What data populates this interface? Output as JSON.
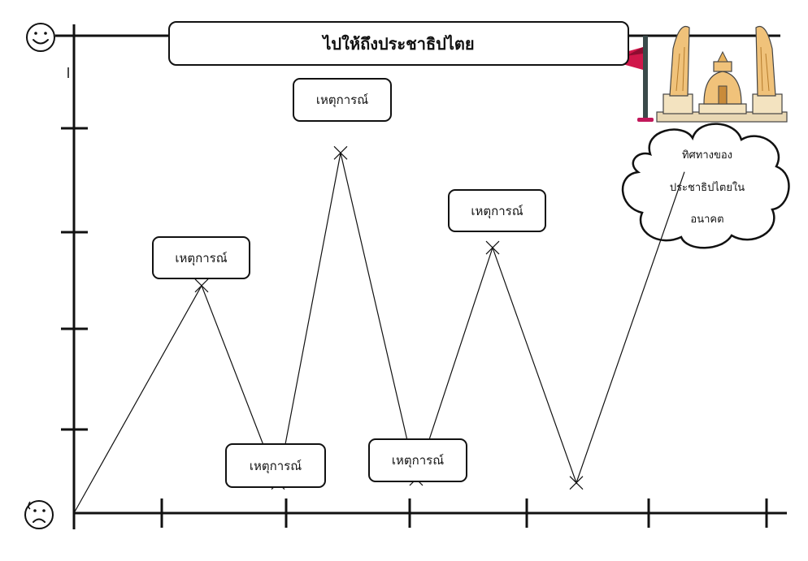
{
  "title": "ไปให้ถึงประชาธิปไตย",
  "event_label": "เหตุการณ์",
  "future_cloud": {
    "lines": [
      "ทิศทางของ",
      "ประชาธิปไตยใน",
      "อนาคต"
    ]
  },
  "icons": {
    "top": "happy-face-icon",
    "bottom": "sad-face-icon",
    "monument": "democracy-monument-icon",
    "flag": "red-flag-icon"
  },
  "colors": {
    "line": "#111111",
    "flag": "#d0174a",
    "flagpole": "#3a4a4a",
    "monument_gold": "#f0c27a",
    "monument_stone": "#e9d8b4"
  },
  "chart_data": {
    "type": "line",
    "series": [
      {
        "values": [
          0,
          0.6,
          0.08,
          0.95,
          0.09,
          0.7,
          0.08,
          0.9
        ]
      }
    ],
    "events": [
      {
        "index": 1,
        "label_side": "above"
      },
      {
        "index": 2,
        "label_side": "below"
      },
      {
        "index": 3,
        "label_side": "above"
      },
      {
        "index": 4,
        "label_side": "below"
      },
      {
        "index": 5,
        "label_side": "above"
      }
    ],
    "ylim": [
      0,
      1
    ],
    "grid": false
  }
}
